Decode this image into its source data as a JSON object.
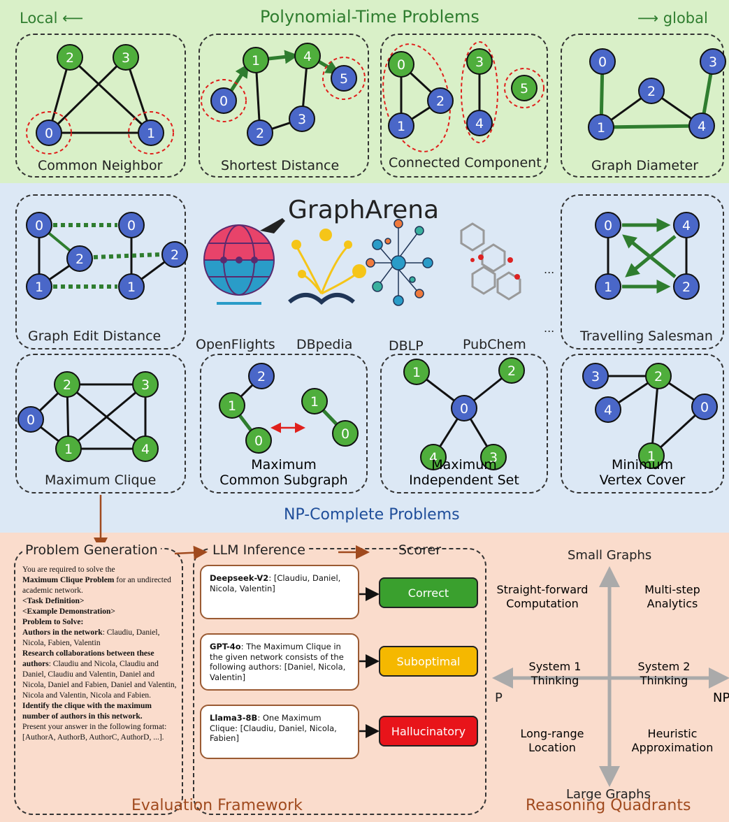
{
  "top_band": {
    "title": "Polynomial-Time Problems",
    "local_label": "Local",
    "global_label": "global",
    "problems": [
      "Common Neighbor",
      "Shortest Distance",
      "Connected Component",
      "Graph Diameter"
    ]
  },
  "middle_band": {
    "title": "GraphArena",
    "footer": "NP-Complete Problems",
    "datasets": [
      "OpenFlights",
      "DBpedia",
      "DBLP",
      "PubChem"
    ],
    "ellipsis": "...",
    "problems": {
      "ged": "Graph Edit Distance",
      "tsp": "Travelling Salesman",
      "clique": "Maximum Clique",
      "mcs": [
        "Maximum",
        "Common Subgraph"
      ],
      "mis": [
        "Maximum",
        "Independent Set"
      ],
      "mvc": [
        "Minimum",
        "Vertex Cover"
      ]
    }
  },
  "bottom_band": {
    "framework_title": "Evaluation Framework",
    "quadrants_title": "Reasoning Quadrants",
    "problem_generation": {
      "heading": "Problem Generation",
      "line1": "You are required to solve the",
      "problem_name": "Maximum Clique Problem",
      "line2": " for an undirected academic network.",
      "task_def": "<Task Definition>",
      "example": "<Example Demonstration>",
      "solve": "Problem to Solve:",
      "authors_label": "Authors in the network",
      "authors": ": Claudiu, Daniel, Nicola, Fabien, Valentin",
      "collab_label": "Research collaborations between these authors",
      "collabs": ": Claudiu and Nicola, Claudiu and Daniel, Claudiu and Valentin, Daniel and Nicola, Daniel and Fabien, Daniel and Valentin, Nicola and Valentin, Nicola and Fabien.",
      "identify": "Identify the clique with the maximum number of authors in this network.",
      "format": "Present your answer in the following format: [AuthorA, AuthorB, AuthorC, AuthorD, ...]."
    },
    "inference": {
      "heading": "LLM Inference",
      "scorer": "Scorer",
      "responses": [
        {
          "model": "Deepseek-V2",
          "text": ": [Claudiu, Daniel, Nicola, Valentin]",
          "verdict": "Correct",
          "color": "#3aa02e"
        },
        {
          "model": "GPT-4o",
          "text": ":  The Maximum Clique in the given network consists of the following  authors: [Daniel, Nicola, Valentin]",
          "verdict": "Suboptimal",
          "color": "#f5b800"
        },
        {
          "model": "Llama3-8B",
          "text": ": One Maximum Clique: [Claudiu, Daniel, Nicola, Fabien]",
          "verdict": "Hallucinatory",
          "color": "#e8141a"
        }
      ]
    },
    "quadrants": {
      "top": "Small Graphs",
      "bottom": "Large Graphs",
      "left": "P",
      "right": "NP",
      "sys1": [
        "System 1",
        "Thinking"
      ],
      "sys2": [
        "System 2",
        "Thinking"
      ],
      "q1": [
        "Straight-forward",
        "Computation"
      ],
      "q2": [
        "Multi-step",
        "Analytics"
      ],
      "q3": [
        "Long-range",
        "Location"
      ],
      "q4": [
        "Heuristic",
        "Approximation"
      ]
    }
  },
  "colors": {
    "node_green": "#4fae3c",
    "node_blue": "#4a67c8",
    "edge_green": "#2f7d2f",
    "highlight_red": "#e0201c"
  }
}
